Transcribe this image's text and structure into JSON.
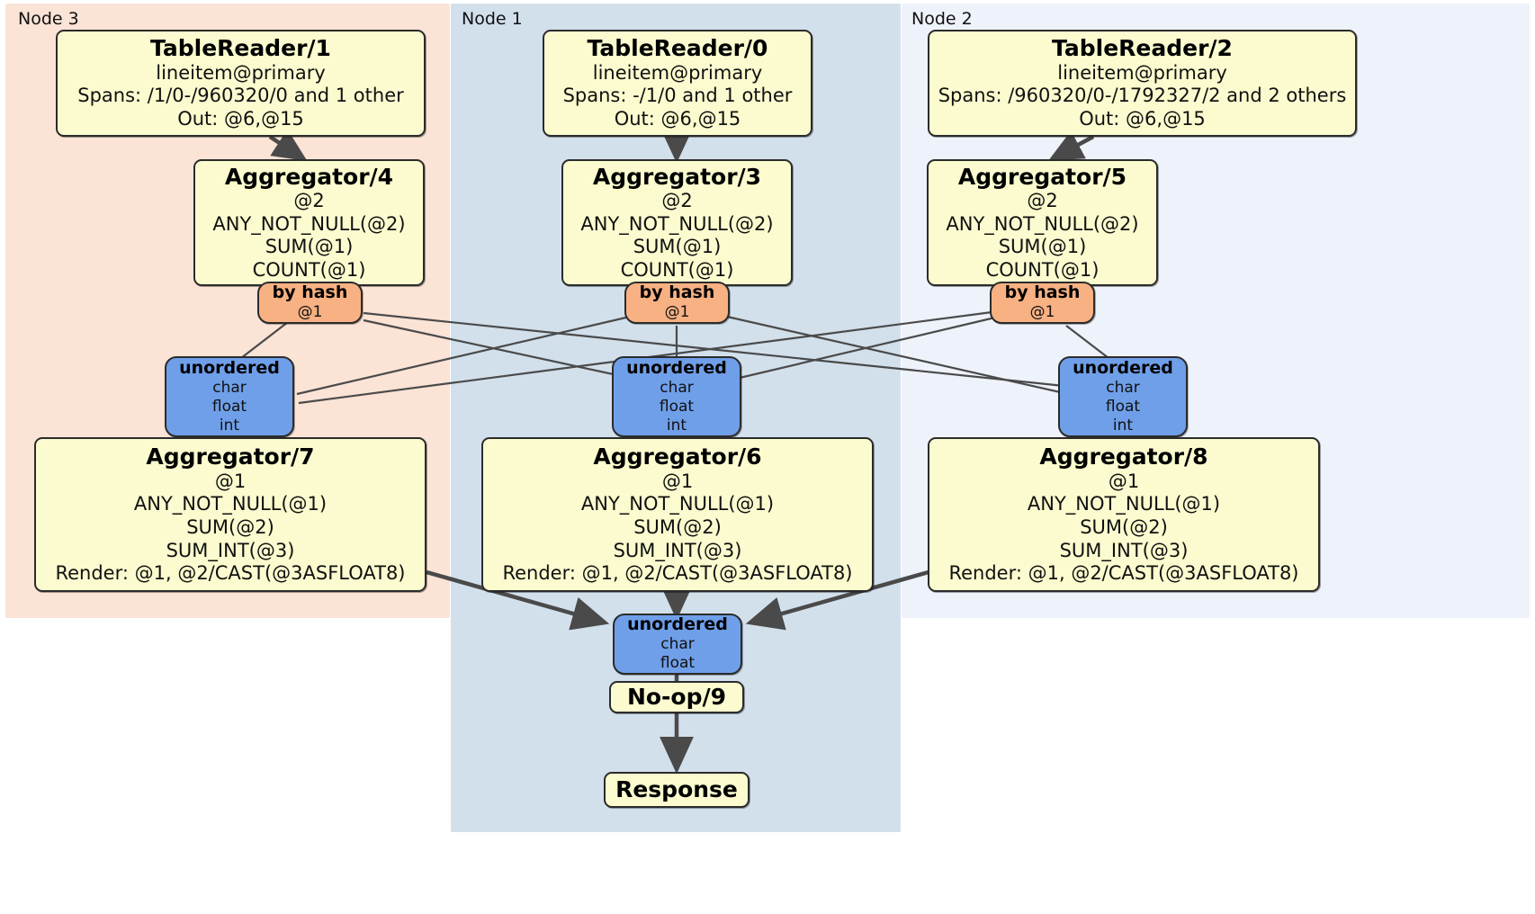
{
  "diagram": {
    "type": "distributed-query-plan",
    "colors": {
      "node3_panel": "#fbe3d6",
      "node1_panel": "#d2e0ec",
      "node2_panel": "#eef2fa",
      "processor_box": "#fbfbcf",
      "hash_router": "#f7b183",
      "unordered_router": "#6f9fe8",
      "edge": "#4a4a4a"
    }
  },
  "panels": [
    {
      "id": "node3",
      "label": "Node 3"
    },
    {
      "id": "node1",
      "label": "Node 1"
    },
    {
      "id": "node2",
      "label": "Node 2"
    }
  ],
  "processors": {
    "tablereader1": {
      "title": "TableReader/1",
      "lines": [
        "lineitem@primary",
        "Spans: /1/0-/960320/0 and 1 other",
        "Out: @6,@15"
      ]
    },
    "tablereader0": {
      "title": "TableReader/0",
      "lines": [
        "lineitem@primary",
        "Spans: -/1/0 and 1 other",
        "Out: @6,@15"
      ]
    },
    "tablereader2": {
      "title": "TableReader/2",
      "lines": [
        "lineitem@primary",
        "Spans: /960320/0-/1792327/2 and 2 others",
        "Out: @6,@15"
      ]
    },
    "aggregator4": {
      "title": "Aggregator/4",
      "lines": [
        "@2",
        "ANY_NOT_NULL(@2)",
        "SUM(@1)",
        "COUNT(@1)"
      ]
    },
    "aggregator3": {
      "title": "Aggregator/3",
      "lines": [
        "@2",
        "ANY_NOT_NULL(@2)",
        "SUM(@1)",
        "COUNT(@1)"
      ]
    },
    "aggregator5": {
      "title": "Aggregator/5",
      "lines": [
        "@2",
        "ANY_NOT_NULL(@2)",
        "SUM(@1)",
        "COUNT(@1)"
      ]
    },
    "aggregator7": {
      "title": "Aggregator/7",
      "lines": [
        "@1",
        "ANY_NOT_NULL(@1)",
        "SUM(@2)",
        "SUM_INT(@3)",
        "Render: @1, @2/CAST(@3ASFLOAT8)"
      ]
    },
    "aggregator6": {
      "title": "Aggregator/6",
      "lines": [
        "@1",
        "ANY_NOT_NULL(@1)",
        "SUM(@2)",
        "SUM_INT(@3)",
        "Render: @1, @2/CAST(@3ASFLOAT8)"
      ]
    },
    "aggregator8": {
      "title": "Aggregator/8",
      "lines": [
        "@1",
        "ANY_NOT_NULL(@1)",
        "SUM(@2)",
        "SUM_INT(@3)",
        "Render: @1, @2/CAST(@3ASFLOAT8)"
      ]
    },
    "noop9": {
      "title": "No-op/9",
      "lines": []
    },
    "response": {
      "title": "Response",
      "lines": []
    }
  },
  "routers": {
    "hash_left": {
      "title": "by hash",
      "lines": [
        "@1"
      ]
    },
    "hash_mid": {
      "title": "by hash",
      "lines": [
        "@1"
      ]
    },
    "hash_right": {
      "title": "by hash",
      "lines": [
        "@1"
      ]
    },
    "unord_left": {
      "title": "unordered",
      "lines": [
        "char",
        "float",
        "int"
      ]
    },
    "unord_mid": {
      "title": "unordered",
      "lines": [
        "char",
        "float",
        "int"
      ]
    },
    "unord_right": {
      "title": "unordered",
      "lines": [
        "char",
        "float",
        "int"
      ]
    },
    "unord_final": {
      "title": "unordered",
      "lines": [
        "char",
        "float"
      ]
    }
  }
}
